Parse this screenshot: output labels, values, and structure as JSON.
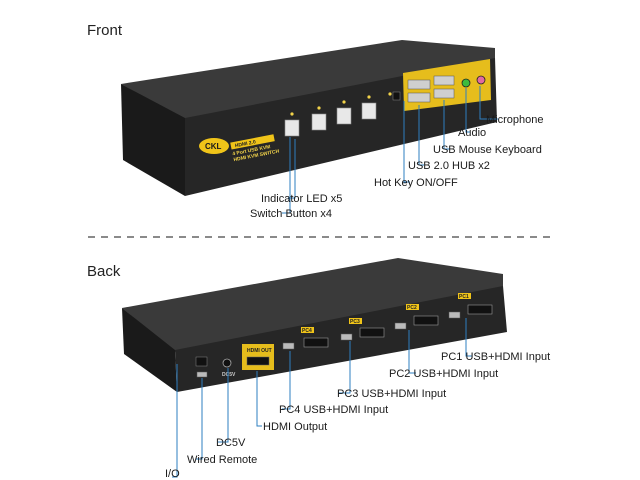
{
  "front": {
    "title": "Front",
    "brand_logo": "CKL",
    "panel_text": [
      "HDMI 2.0",
      "4 Port USB KVM",
      "HDMI KVM SWITCH"
    ],
    "labels": {
      "microphone": "Microphone",
      "audio": "Audio",
      "usb_mouse_keyboard": "USB Mouse Keyboard",
      "usb_hub": "USB 2.0 HUB x2",
      "hot_key": "Hot Key ON/OFF",
      "indicator_led": "Indicator LED x5",
      "switch_button": "Switch Button x4"
    }
  },
  "back": {
    "title": "Back",
    "port_labels": [
      "HDMI OUT",
      "DC5V",
      "PC1",
      "PC2",
      "PC3",
      "PC4"
    ],
    "labels": {
      "pc1": "PC1 USB+HDMI Input",
      "pc2": "PC2 USB+HDMI Input",
      "pc3": "PC3 USB+HDMI Input",
      "pc4": "PC4 USB+HDMI Input",
      "hdmi_output": "HDMI Output",
      "dc5v": "DC5V",
      "wired_remote": "Wired Remote",
      "io": "I/O"
    }
  },
  "colors": {
    "device": "#2a2a2a",
    "accent": "#f0c419",
    "leader": "#2e7fc0"
  }
}
